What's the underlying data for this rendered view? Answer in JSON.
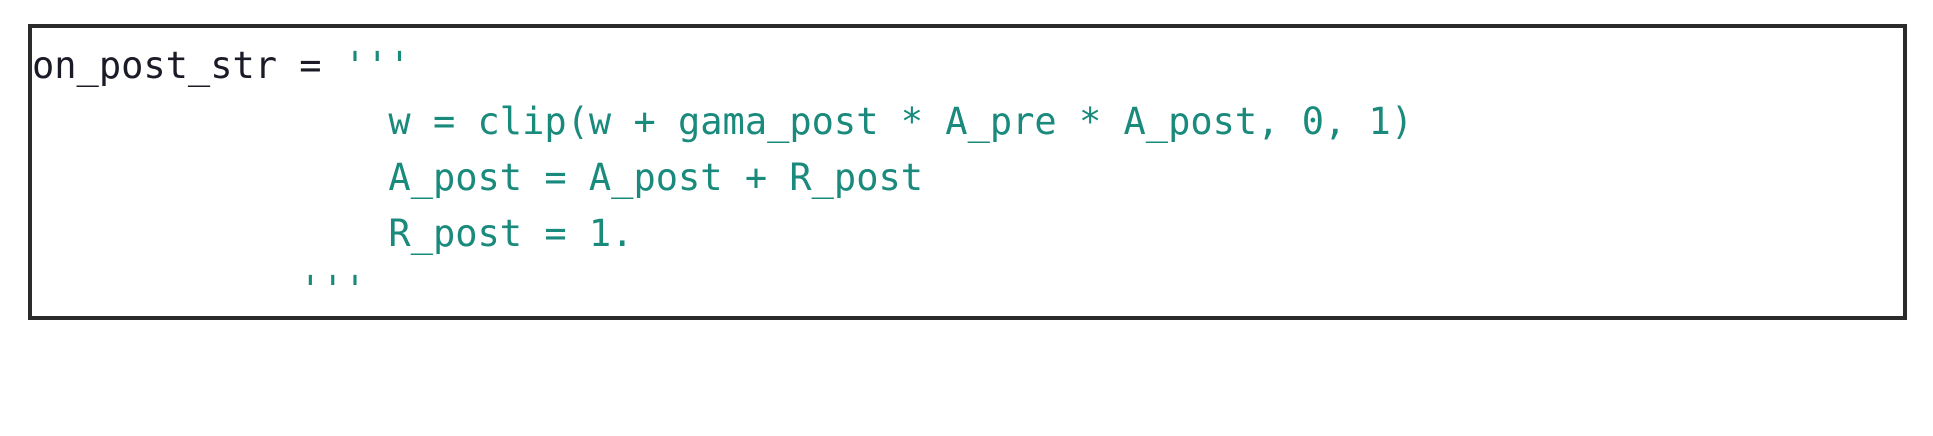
{
  "code_block": {
    "language": "python",
    "border_color": "#2b2b2b",
    "background_color": "#ffffff",
    "colors": {
      "plain_text": "#1b1b28",
      "string_literal": "#1a8a7d"
    },
    "lines": [
      {
        "id": "line-1",
        "indent": "",
        "segments": [
          {
            "kind": "plain",
            "text": "on_post_str = "
          },
          {
            "kind": "string",
            "text": "'''"
          }
        ]
      },
      {
        "id": "line-2",
        "indent": "",
        "segments": [
          {
            "kind": "string",
            "text": "                w = clip(w + gama_post * A_pre * A_post, 0, 1)"
          }
        ]
      },
      {
        "id": "line-3",
        "indent": "",
        "segments": [
          {
            "kind": "string",
            "text": "                A_post = A_post + R_post"
          }
        ]
      },
      {
        "id": "line-4",
        "indent": "",
        "segments": [
          {
            "kind": "string",
            "text": "                R_post = 1."
          }
        ]
      },
      {
        "id": "line-5",
        "indent": "",
        "segments": [
          {
            "kind": "string",
            "text": "            '''"
          }
        ]
      }
    ]
  }
}
